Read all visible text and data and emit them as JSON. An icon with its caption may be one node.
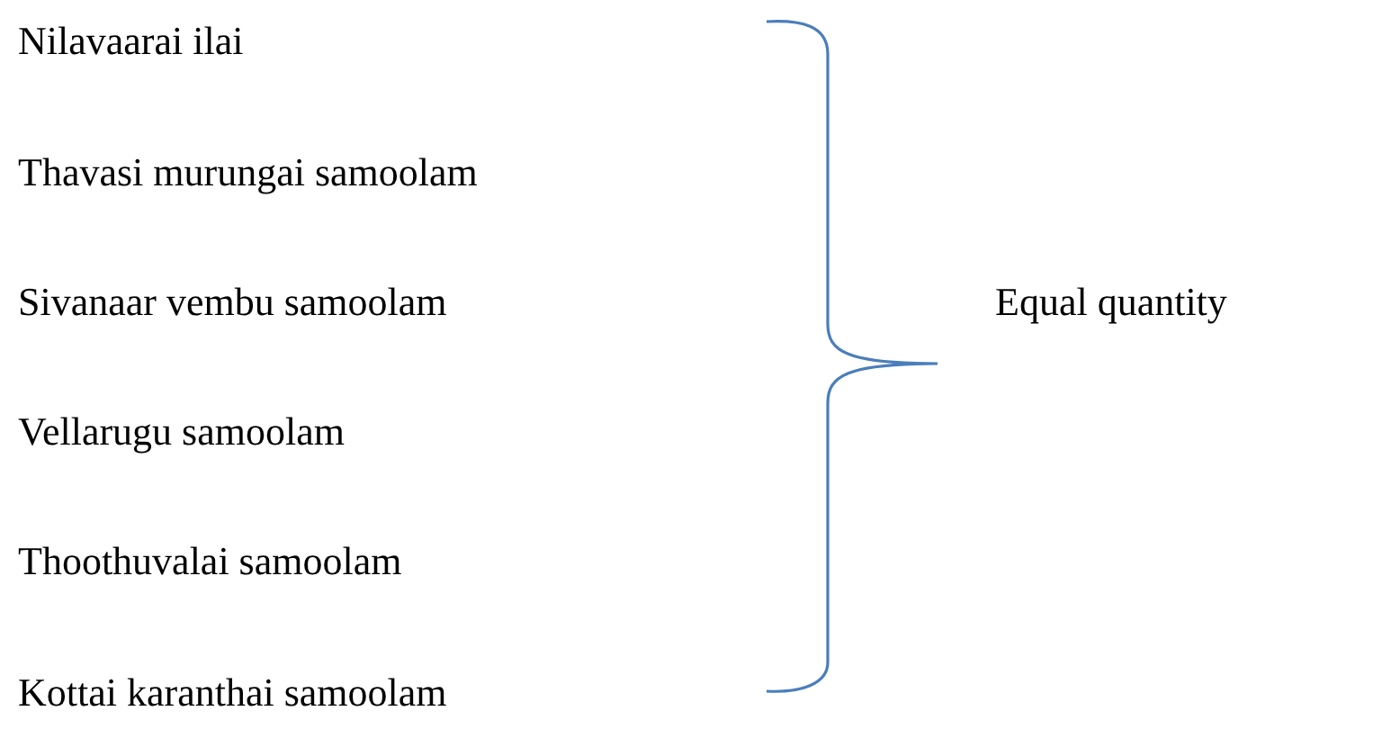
{
  "diagram": {
    "labels": [
      "Nilavaarai ilai",
      "Thavasi murungai samoolam",
      "Sivanaar vembu samoolam",
      "Vellarugu samoolam",
      "Thoothuvalai samoolam",
      "Kottai karanthai samoolam",
      "Equal quantity"
    ]
  }
}
